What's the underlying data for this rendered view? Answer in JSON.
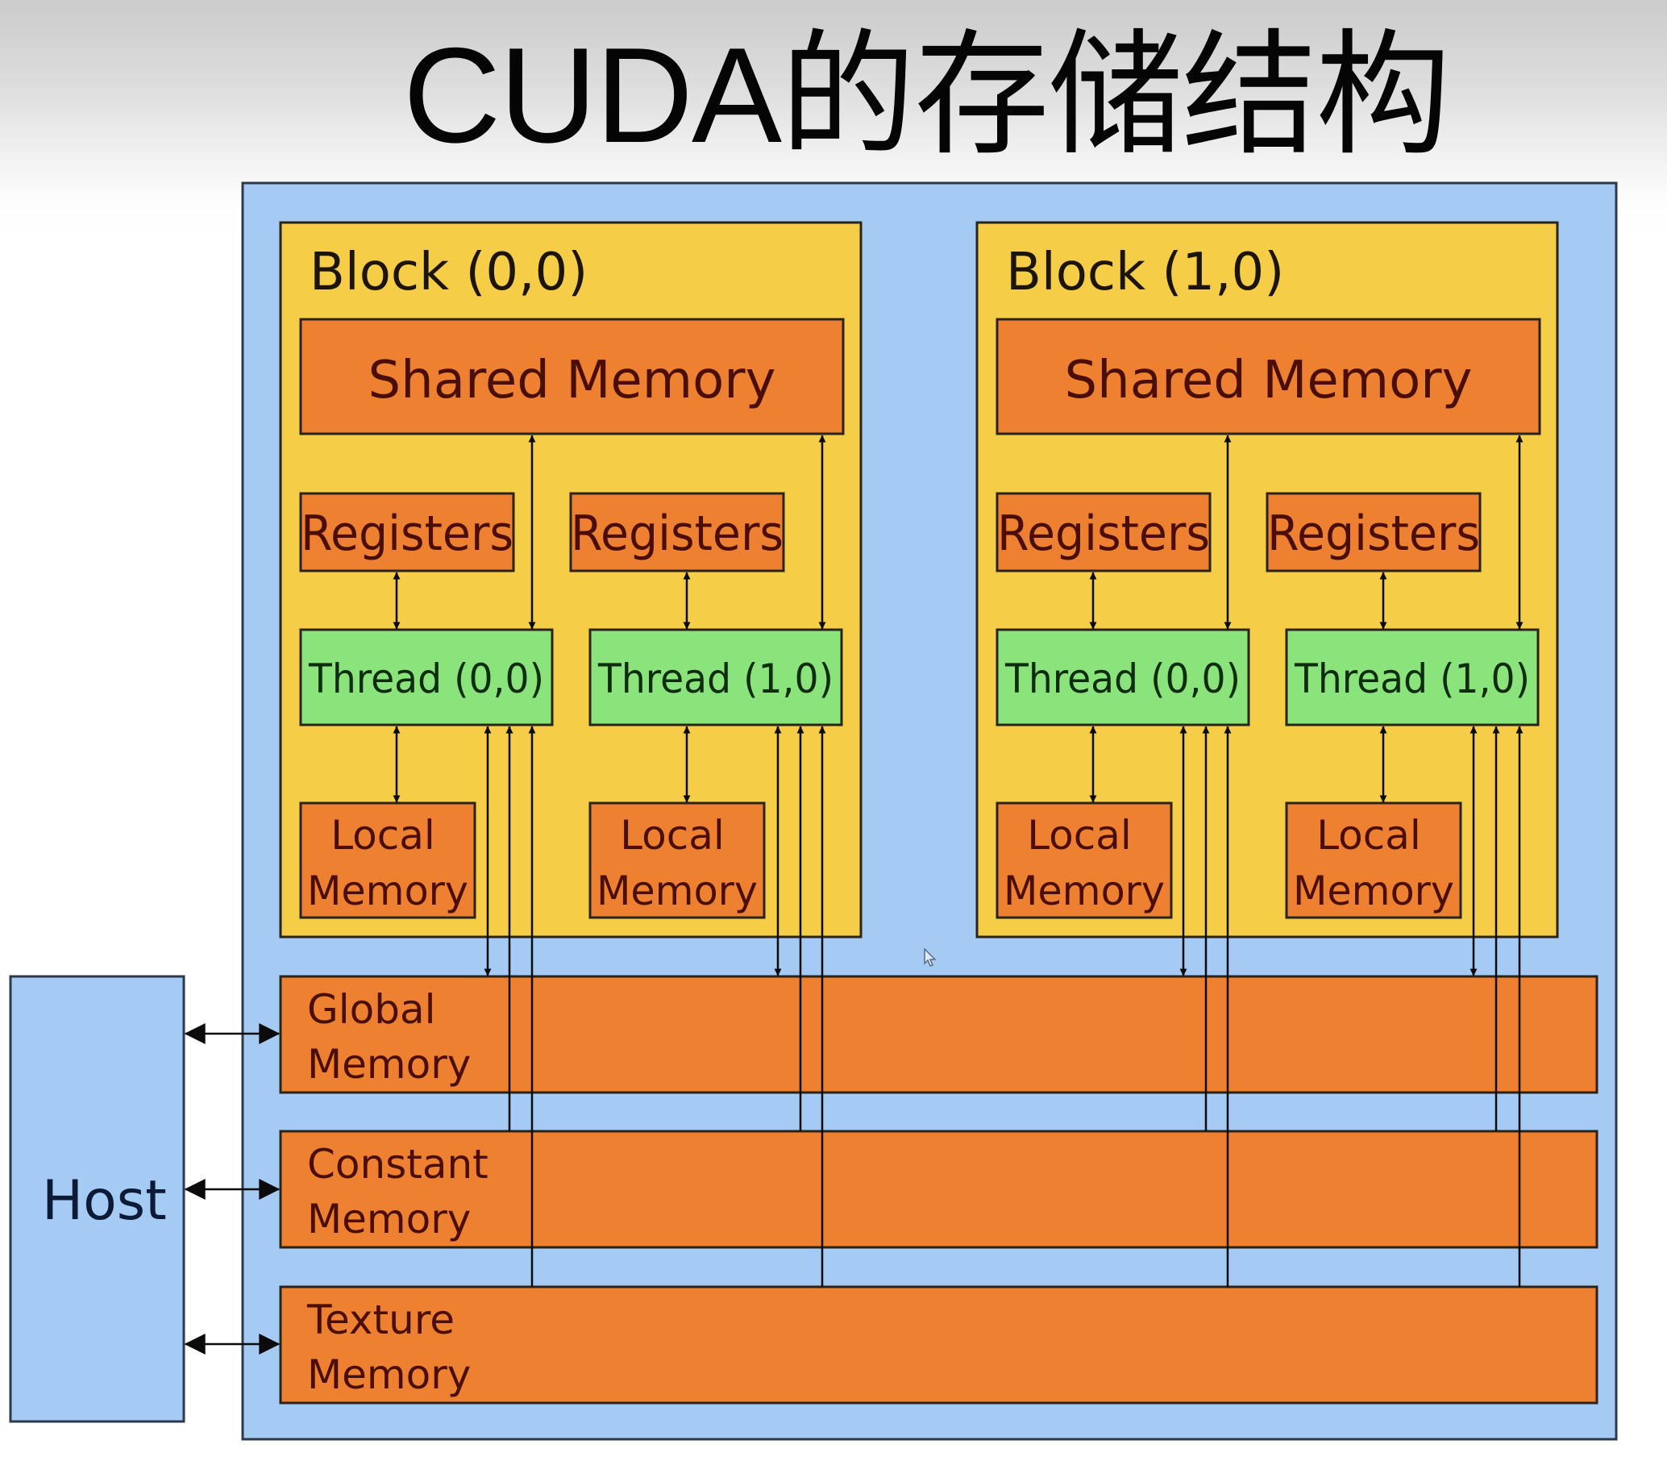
{
  "title": "CUDA的存储结构",
  "colors": {
    "grid_frame": "#a5cbf5",
    "block": "#f5cd46",
    "memory": "#ed8131",
    "thread": "#8ae47b",
    "host": "#a5cbf5",
    "outline": "#2a2418",
    "arrow": "#0b0b0b"
  },
  "host": {
    "label": "Host"
  },
  "blocks": [
    {
      "label": "Block (0,0)",
      "shared_memory": "Shared Memory",
      "threads": [
        {
          "registers": "Registers",
          "thread": "Thread (0,0)",
          "local": [
            "Local",
            "Memory"
          ]
        },
        {
          "registers": "Registers",
          "thread": "Thread (1,0)",
          "local": [
            "Local",
            "Memory"
          ]
        }
      ]
    },
    {
      "label": "Block (1,0)",
      "shared_memory": "Shared Memory",
      "threads": [
        {
          "registers": "Registers",
          "thread": "Thread (0,0)",
          "local": [
            "Local",
            "Memory"
          ]
        },
        {
          "registers": "Registers",
          "thread": "Thread (1,0)",
          "local": [
            "Local",
            "Memory"
          ]
        }
      ]
    }
  ],
  "device_memories": [
    {
      "id": "global",
      "lines": [
        "Global",
        "Memory"
      ]
    },
    {
      "id": "constant",
      "lines": [
        "Constant",
        "Memory"
      ]
    },
    {
      "id": "texture",
      "lines": [
        "Texture",
        "Memory"
      ]
    }
  ],
  "icons": {
    "cursor": "mouse-pointer-icon"
  }
}
